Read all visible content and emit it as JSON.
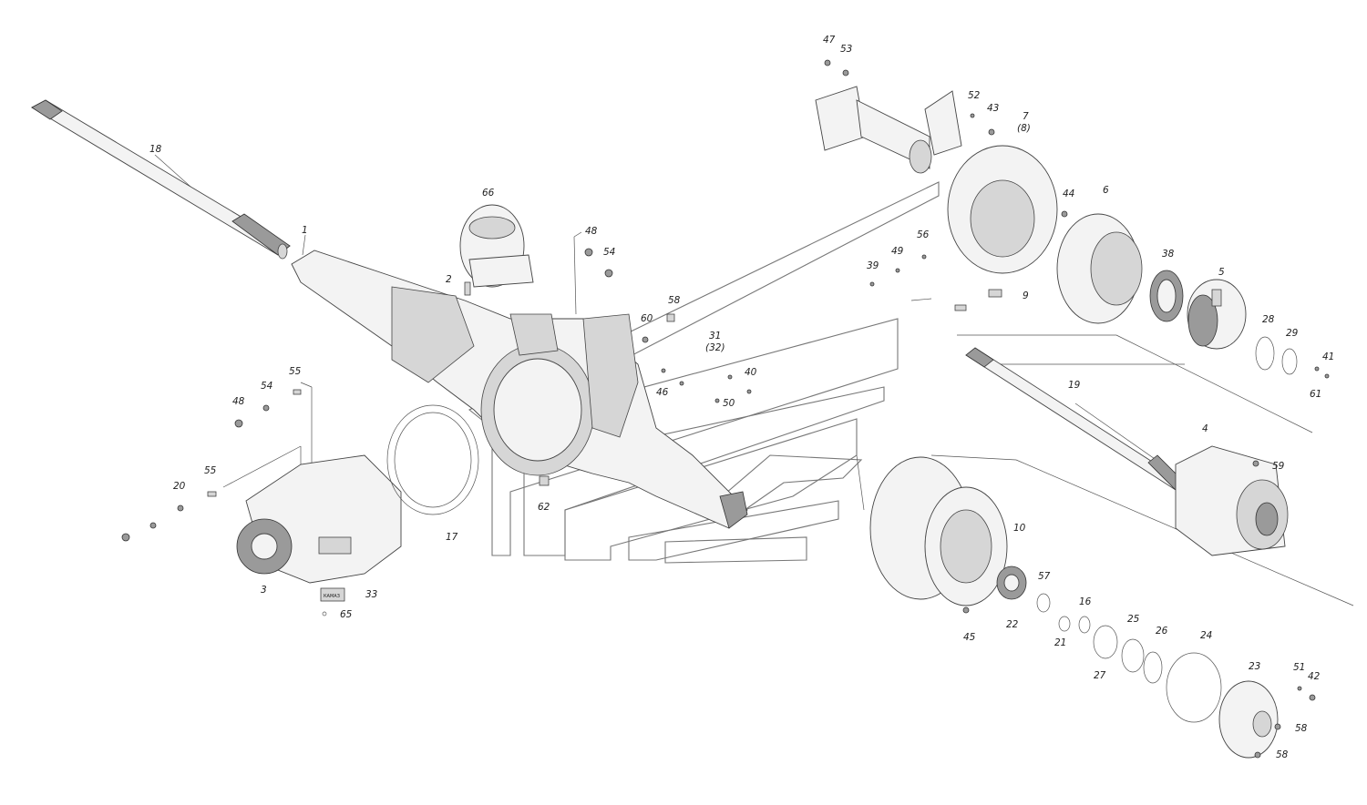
{
  "diagram": {
    "callouts": [
      "18",
      "1",
      "66",
      "2",
      "48",
      "54",
      "58",
      "60",
      "47",
      "53",
      "52",
      "43",
      "7",
      "(8)",
      "44",
      "6",
      "38",
      "5",
      "28",
      "29",
      "41",
      "61",
      "39",
      "49",
      "56",
      "9",
      "31",
      "(32)",
      "40",
      "46",
      "50",
      "55",
      "20",
      "55",
      "54",
      "48",
      "3",
      "33",
      "65",
      "17",
      "62",
      "19",
      "4",
      "59",
      "10",
      "57",
      "22",
      "16",
      "21",
      "25",
      "26",
      "24",
      "27",
      "23",
      "51",
      "42",
      "58",
      "58",
      "45"
    ],
    "nameplate_text": "КАМАЗ"
  }
}
